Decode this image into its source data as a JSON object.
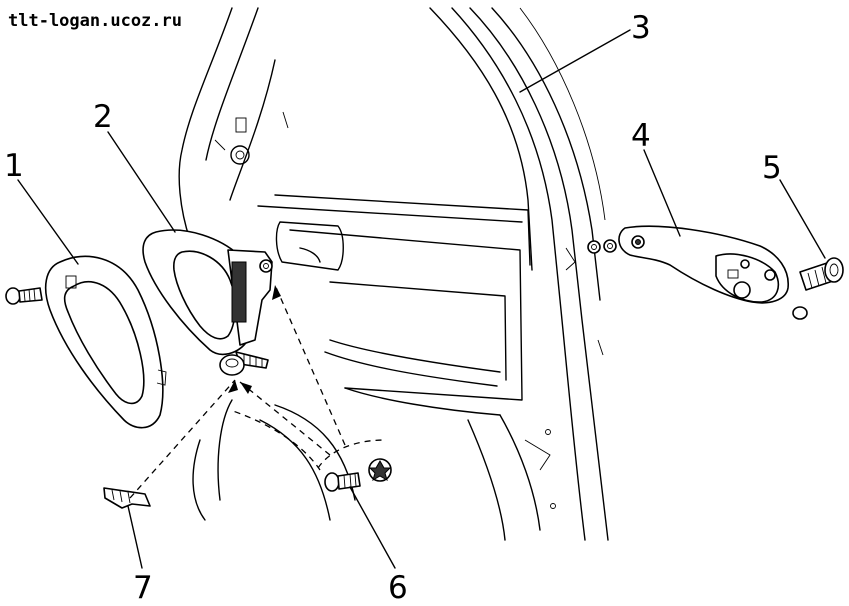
{
  "watermark": "tlt-logan.ucoz.ru",
  "callouts": [
    "1",
    "2",
    "3",
    "4",
    "5",
    "6",
    "7"
  ]
}
